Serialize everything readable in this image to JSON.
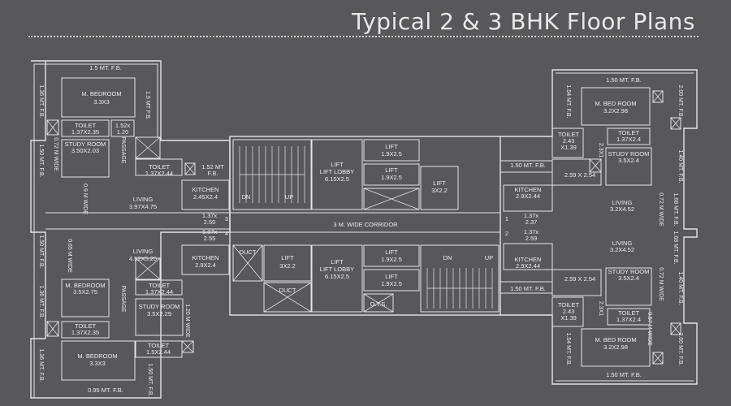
{
  "title": "Typical 2 & 3 BHK Floor Plans",
  "corridor": "3 M. WIDE CORRIDOR",
  "left_labels": [
    "1.5 MT. F.B.",
    "1.50 MT. F.B.",
    "M. BEDROOM",
    "3.3X3",
    "TOILET",
    "1.37X2.35",
    "1.52x",
    "1.20",
    "1.5 MT F.B.",
    "0.72 M WIDE",
    "STUDY ROOM",
    "3.50X2.03",
    "PASSAGE",
    "0.9 M WIDE",
    "1.37X2.44",
    "1.52 MT",
    "F.B.",
    "LIVING",
    "3.97X4.75",
    "KITCHEN",
    "2.45X2.4",
    "1.37x",
    "2.50",
    "LIVING",
    "4.52X5.25",
    "KITCHEN",
    "2.9X2.4",
    "0.65 M WIDE",
    "M. BEDROOM",
    "3.5X2.75",
    "1.37X2.44",
    "STUDY ROOM",
    "3.5X2.29",
    "1.37X2.35",
    "M. BEDROOM",
    "3.3X3",
    "1.5X2.44",
    "1.36 MT. F.B.",
    "1.36 MT. F.B.",
    "0.95 MT. F.B.",
    "1.50 MT. F.B.",
    "1.20 M WIDE",
    "1.37x",
    "2.55"
  ],
  "core_labels": {
    "dn": "DN",
    "up": "UP",
    "lift_lobby": "LIFT LOBBY",
    "lobby_size": "6.15X2.5",
    "lift": "LIFT",
    "lift_size_a": "1.9X2.5",
    "lift_size_b": "3X2.2",
    "duct": "DUCT",
    "ots": "O.T.S."
  },
  "right_labels": {
    "fb_top": "1.50 MT. F.B.",
    "m_bed": "M. BED ROOM",
    "m_bed_size": "3.2X2.98",
    "toilet": "TOILET",
    "toilet_a": "2.43",
    "toilet_b": "X1.39",
    "toilet_c": "1.37X2.4",
    "study": "STUDY ROOM",
    "study_size": "3.5X2.4",
    "passage": "2.59 X 2.54",
    "kitchen": "KITCHEN",
    "kitchen_size": "2.9X2.44",
    "living": "LIVING",
    "living_size_a": "3.2X4.52",
    "living_size_b": "3.2X4.52",
    "fb_150": "1.50 MT. F.B.",
    "v1": "1.54 MT. F.B.",
    "v2": "2.00 MT. F.B.",
    "v3": "1.40 MT. F.B.",
    "v4": "1.68 MT. F.B.",
    "w072": "0.72 M WIDE",
    "w057": "0.57 M WIDE",
    "sz": "2.3X1",
    "r137": "1.37x",
    "r237": "2.37",
    "r259": "2.59",
    "one": "1",
    "two": "2",
    "three": "3",
    "four": "4"
  }
}
